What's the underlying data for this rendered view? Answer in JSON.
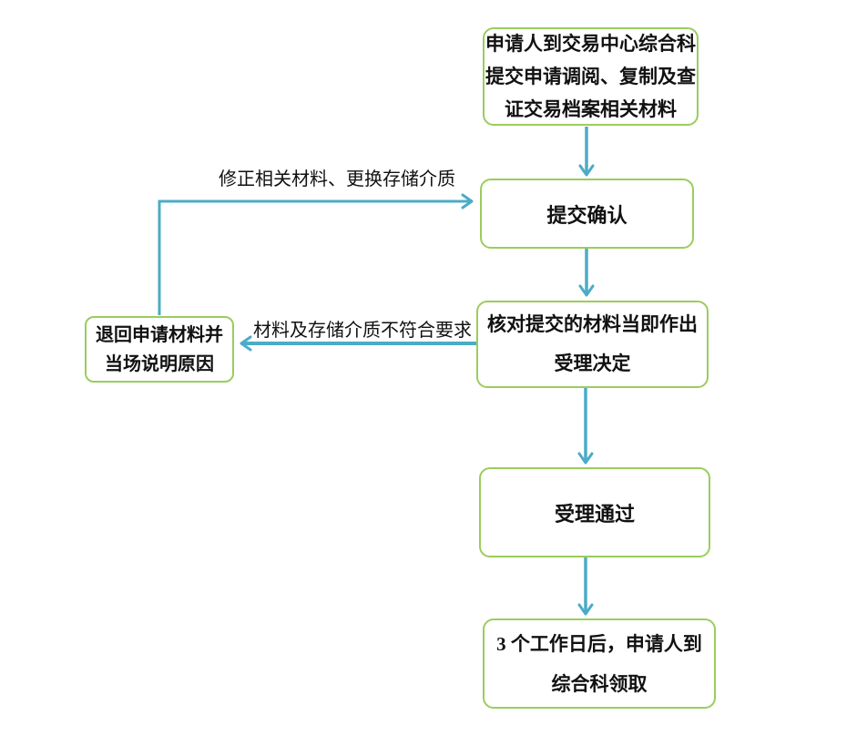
{
  "diagram": {
    "type": "flowchart",
    "colors": {
      "node_border": "#9ACD5C",
      "node_fill": "#ffffff",
      "arrow": "#4BACC6",
      "text": "#111111"
    },
    "nodes": {
      "apply": {
        "lines": [
          "申请人到交易中心综合科",
          "提交申请调阅、复制及查",
          "证交易档案相关材料"
        ]
      },
      "confirm": {
        "lines": [
          "提交确认"
        ]
      },
      "check": {
        "lines": [
          "核对提交的材料当即作出",
          "受理决定"
        ]
      },
      "return": {
        "lines": [
          "退回申请材料并",
          "当场说明原因"
        ]
      },
      "pass": {
        "lines": [
          "受理通过"
        ]
      },
      "collect": {
        "lines": [
          "3 个工作日后，申请人到",
          "综合科领取"
        ]
      }
    },
    "edge_labels": {
      "fix": "修正相关材料、更换存储介质",
      "reject": "材料及存储介质不符合要求"
    },
    "edges": [
      {
        "from": "apply",
        "to": "confirm",
        "label": ""
      },
      {
        "from": "confirm",
        "to": "check",
        "label": ""
      },
      {
        "from": "check",
        "to": "return",
        "label": "材料及存储介质不符合要求"
      },
      {
        "from": "return",
        "to": "confirm",
        "label": "修正相关材料、更换存储介质"
      },
      {
        "from": "check",
        "to": "pass",
        "label": ""
      },
      {
        "from": "pass",
        "to": "collect",
        "label": ""
      }
    ]
  }
}
